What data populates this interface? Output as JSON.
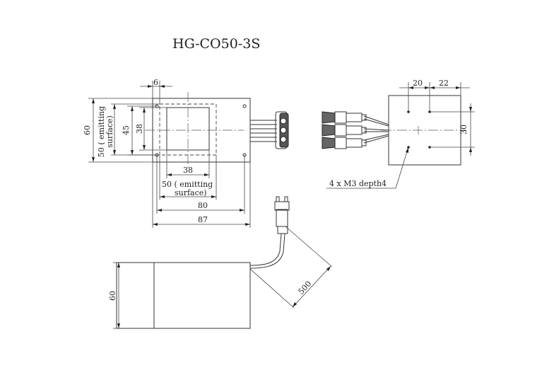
{
  "title": "HG-CO50-3S",
  "front": {
    "dim_top_6": "6",
    "dim_left_60": "60",
    "dim_left_50_line1": "50 ( emitting",
    "dim_left_50_line2": "surface)",
    "dim_45": "45",
    "dim_38_vertical": "38",
    "dim_38_horizontal": "38",
    "dim_bottom_50_line1": "50 ( emitting",
    "dim_bottom_50_line2": "surface)",
    "dim_80": "80",
    "dim_87": "87"
  },
  "back": {
    "dim_20": "20",
    "dim_22": "22",
    "dim_30": "30",
    "note": "4 x  M3 depth4"
  },
  "side": {
    "dim_60": "60",
    "dim_500": "500"
  }
}
